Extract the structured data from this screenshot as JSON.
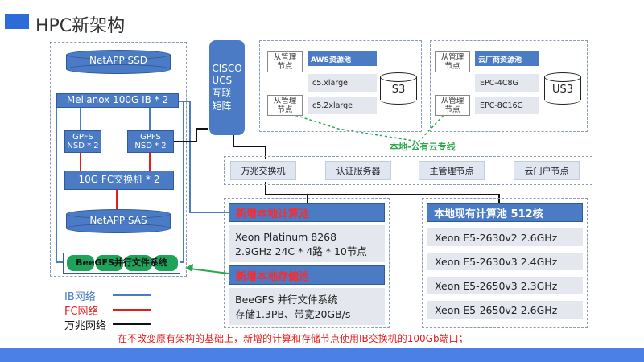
{
  "title": "HPC新架构",
  "storage": {
    "ssd": "NetAPP SSD",
    "ib_switch": "Mellanox 100G IB * 2",
    "nsd_left": "GPFS\nNSD * 2",
    "nsd_right": "GPFS\nNSD * 2",
    "fc_switch": "10G FC交换机 * 2",
    "sas": "NetAPP SAS",
    "beegfs": "BeeGFS并行文件系统"
  },
  "cisco": "CISCO\nUCS\n互联\n矩阵",
  "aws": {
    "mgmt1": "从管理\n节点",
    "mgmt2": "从管理\n节点",
    "pool_title": "AWS资源池",
    "row1": "c5.xlarge",
    "row2": "c5.2xlarge",
    "s3": "S3"
  },
  "vendor": {
    "mgmt1": "从管理\n节点",
    "mgmt2": "从管理\n节点",
    "pool_title": "云厂商资源池",
    "row1": "EPC-4C8G",
    "row2": "EPC-8C16G",
    "us3": "US3"
  },
  "link_label": "本地-公有云专线",
  "services": [
    "万兆交换机",
    "认证服务器",
    "主管理节点",
    "云门户节点"
  ],
  "new_compute": {
    "title": "新增本地计算池",
    "line1": "Xeon Platinum 8268",
    "line2": "2.9GHz 24C * 4路 * 10节点"
  },
  "new_storage": {
    "title": "新增本地存储池",
    "line1": "BeeGFS 并行文件系统",
    "line2": "存储1.3PB、带宽20GB/s"
  },
  "existing": {
    "title": "本地现有计算池 512核",
    "rows": [
      "Xeon E5-2630v2 2.6GHz",
      "Xeon E5-2630v3 2.4GHz",
      "Xeon E5-2650v3 2.3GHz",
      "Xeon E5-2650v2 2.6GHz"
    ]
  },
  "legend": {
    "ib": "IB网络",
    "fc": "FC网络",
    "eth": "万兆网络"
  },
  "colors": {
    "ib": "#4a7bc4",
    "fc": "#e51c1c",
    "eth": "#111111",
    "link": "#2aa84a"
  },
  "note": "在不改变原有架构的基础上，新增的计算和存储节点使用IB交换机的100Gb端口；"
}
